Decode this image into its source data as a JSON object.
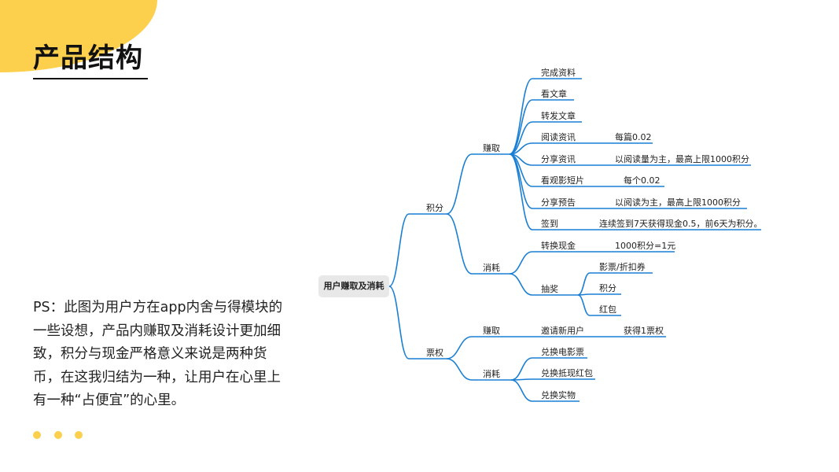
{
  "title": "产品结构",
  "ps": "PS：此图为用户方在app内舍与得模块的一些设想，产品内赚取及消耗设计更加细致，积分与现金严格意义来说是两种货币，在这我归结为一种，让用户在心里上有一种“占便宜”的心里。",
  "accent": "#fccf4d",
  "line_color": "#1a7fd4",
  "mindmap": {
    "root": "用户赚取及消耗",
    "points": "积分",
    "tickets": "票权",
    "points_earn": "赚取",
    "points_spend": "消耗",
    "tickets_earn": "赚取",
    "tickets_spend": "消耗",
    "earn_items": [
      {
        "label": "完成资料",
        "note": ""
      },
      {
        "label": "看文章",
        "note": ""
      },
      {
        "label": "转发文章",
        "note": ""
      },
      {
        "label": "阅读资讯",
        "note": "每篇0.02"
      },
      {
        "label": "分享资讯",
        "note": "以阅读量为主，最高上限1000积分"
      },
      {
        "label": "看观影短片",
        "note": "每个0.02"
      },
      {
        "label": "分享预告",
        "note": "以阅读为主，最高上限1000积分"
      },
      {
        "label": "签到",
        "note": "连续签到7天获得现金0.5，前6天为积分。"
      }
    ],
    "cash": {
      "label": "转换现金",
      "note": "1000积分=1元"
    },
    "lottery": {
      "label": "抽奖",
      "items": [
        "影票/折扣券",
        "积分",
        "红包"
      ]
    },
    "invite": {
      "label": "邀请新用户",
      "note": "获得1票权"
    },
    "ticket_spend_items": [
      "兑换电影票",
      "兑换抵现红包",
      "兑换实物"
    ]
  }
}
